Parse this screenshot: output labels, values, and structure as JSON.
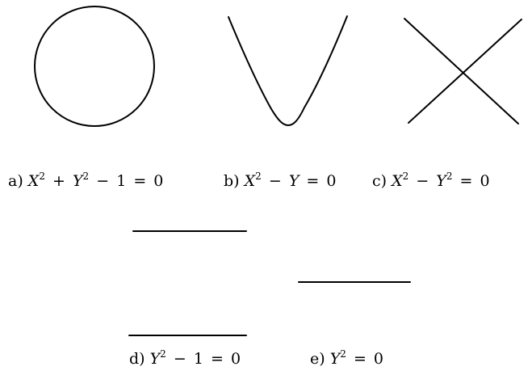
{
  "stroke_color": "#000000",
  "background_color": "#ffffff",
  "captions": {
    "a": {
      "label": "a)",
      "v1": "X",
      "e1": "2",
      "op1": "+",
      "v2": "Y",
      "e2": "2",
      "op2": "−",
      "c": "1",
      "eq": "=",
      "rhs": "0"
    },
    "b": {
      "label": "b)",
      "v1": "X",
      "e1": "2",
      "op1": "−",
      "v2": "Y",
      "eq": "=",
      "rhs": "0"
    },
    "c": {
      "label": "c)",
      "v1": "X",
      "e1": "2",
      "op1": "−",
      "v2": "Y",
      "e2": "2",
      "eq": "=",
      "rhs": "0"
    },
    "d": {
      "label": "d)",
      "v1": "Y",
      "e1": "2",
      "op1": "−",
      "c": "1",
      "eq": "=",
      "rhs": "0"
    },
    "e": {
      "label": "e)",
      "v1": "Y",
      "e1": "2",
      "eq": "=",
      "rhs": "0"
    }
  }
}
